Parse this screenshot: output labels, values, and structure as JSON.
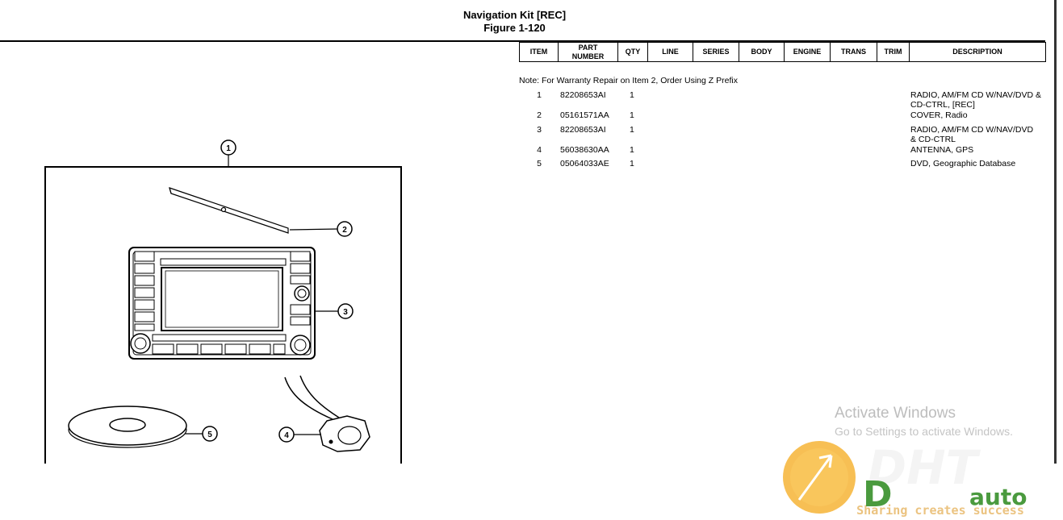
{
  "header": {
    "title": "Navigation Kit [REC]",
    "figure": "Figure 1-120"
  },
  "columns": [
    "ITEM",
    "PART NUMBER",
    "QTY",
    "LINE",
    "SERIES",
    "BODY",
    "ENGINE",
    "TRANS",
    "TRIM",
    "DESCRIPTION"
  ],
  "note": "Note: For Warranty Repair on Item 2, Order Using Z Prefix",
  "parts": [
    {
      "item": "1",
      "part": "82208653AI",
      "qty": "1",
      "desc1": "RADIO, AM/FM CD W/NAV/DVD &",
      "desc2": "CD-CTRL, [REC]"
    },
    {
      "item": "2",
      "part": "05161571AA",
      "qty": "1",
      "desc1": "COVER, Radio",
      "desc2": ""
    },
    {
      "item": "3",
      "part": "82208653AI",
      "qty": "1",
      "desc1": "RADIO, AM/FM CD W/NAV/DVD",
      "desc2": "& CD-CTRL"
    },
    {
      "item": "4",
      "part": "56038630AA",
      "qty": "1",
      "desc1": "ANTENNA, GPS",
      "desc2": ""
    },
    {
      "item": "5",
      "part": "05064033AE",
      "qty": "1",
      "desc1": "DVD, Geographic Database",
      "desc2": ""
    }
  ],
  "callouts": [
    "1",
    "2",
    "3",
    "4",
    "5"
  ],
  "watermark": {
    "line1": "Activate Windows",
    "line2": "Go to Settings to activate Windows."
  },
  "logo": {
    "brand": "DHT",
    "suffix": "auto",
    "slogan": "Sharing creates success"
  }
}
